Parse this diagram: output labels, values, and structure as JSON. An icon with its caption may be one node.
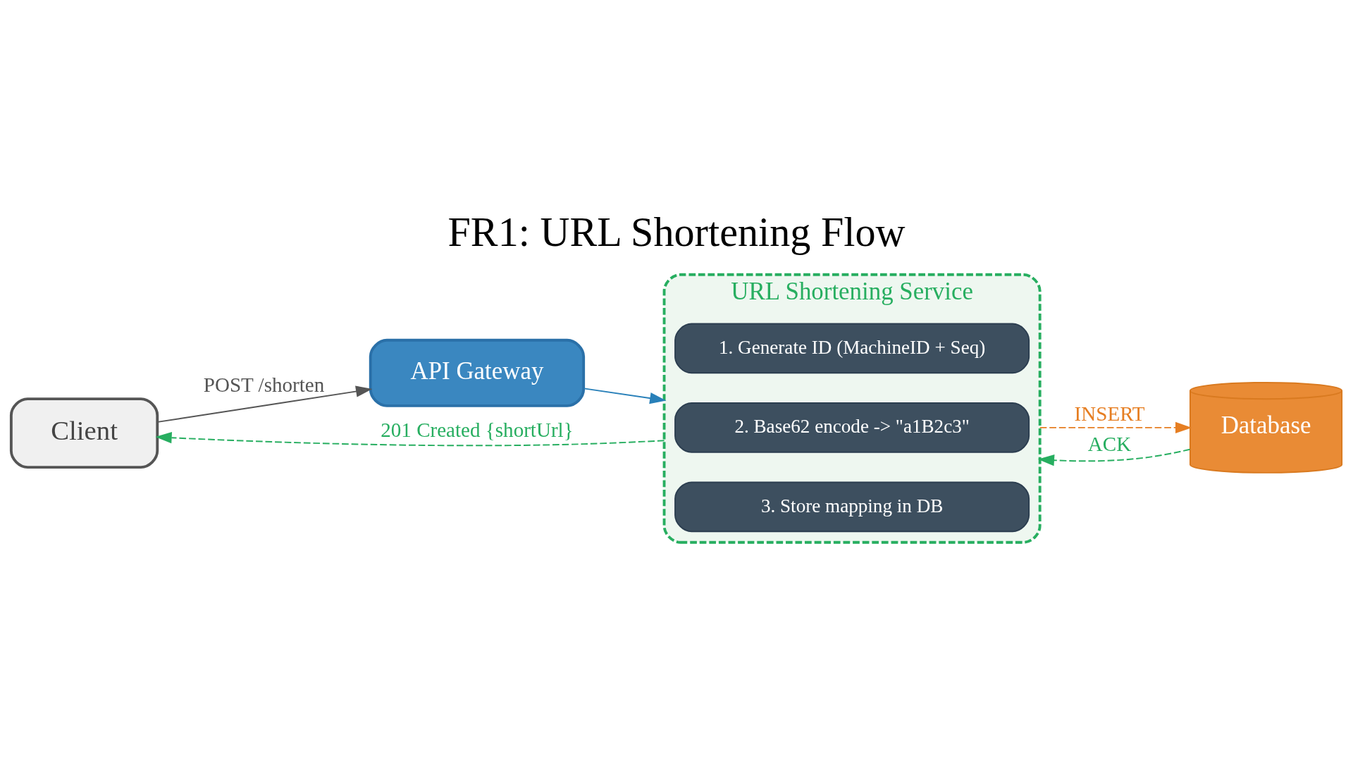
{
  "diagram": {
    "title": "FR1: URL Shortening Flow",
    "nodes": [
      {
        "text": [
          "Client"
        ]
      },
      {
        "text": [
          "API Gateway"
        ]
      },
      {
        "text": [
          "URL Shortening Service"
        ]
      },
      {
        "text": [
          "1. Generate ID (MachineID + Seq)"
        ],
        "in": 2
      },
      {
        "text": [
          "2. Base62 encode -> \"a1B2c3\""
        ],
        "in": 2
      },
      {
        "text": [
          "3. Store mapping in DB"
        ],
        "in": 2
      },
      {
        "text": [
          "Database"
        ]
      }
    ],
    "edges": [
      {
        "from": 0,
        "to": 1,
        "arrow": "to",
        "label": "POST /shorten"
      },
      {
        "from": 1,
        "to": 2,
        "arrow": "to",
        "color": "#2980b9"
      },
      {
        "from": 2,
        "to": 6,
        "arrow": "to",
        "label": "INSERT",
        "style": "dashed",
        "color": "#e67e22"
      },
      {
        "from": 6,
        "to": 2,
        "arrow": "to",
        "label": "ACK",
        "style": "dashed",
        "color": "#27ae60"
      },
      {
        "from": 2,
        "to": 0,
        "arrow": "to",
        "label": "201 Created {shortUrl}",
        "style": "dashed",
        "color": "#27ae60"
      }
    ]
  }
}
